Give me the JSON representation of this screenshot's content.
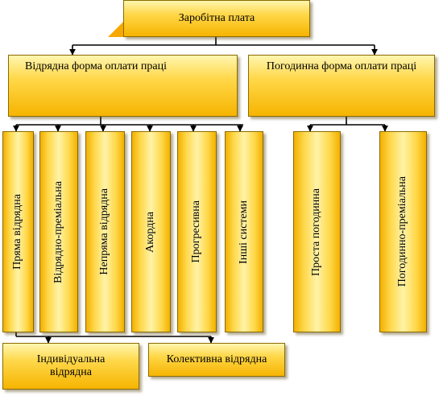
{
  "root": {
    "label": "Заробітна плата"
  },
  "piece_rate": {
    "label": "Відрядна форма оплати праці",
    "children": [
      "Пряма відрядна",
      "Відрядно-преміальна",
      "Непряма відрядна",
      "Акордна",
      "Прогресивна",
      "Інші системи"
    ],
    "sub": [
      "Індивідуальна відрядна",
      "Колективна відрядна"
    ]
  },
  "time_rate": {
    "label": "Погодинна форма оплати праці",
    "children": [
      "Проста погодинна",
      "Погодинно-преміальна"
    ]
  },
  "colors": {
    "box_top": "#fff6b0",
    "box_mid": "#ffd84a",
    "box_bottom": "#f6b400",
    "connector": "#000000"
  }
}
